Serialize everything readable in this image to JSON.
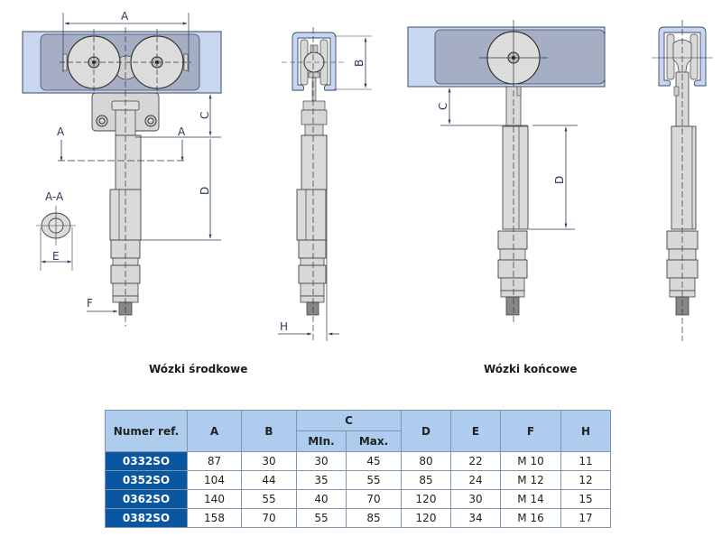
{
  "drawings": {
    "middle_trolley": {
      "dim_labels": {
        "a": "A",
        "c": "C",
        "d": "D",
        "section_a_left": "A",
        "section_a_right": "A",
        "section_title": "A-A",
        "e": "E",
        "f": "F"
      },
      "side_labels": {
        "b": "B",
        "h": "H"
      }
    },
    "end_trolley": {
      "dim_labels": {
        "c": "C",
        "d": "D"
      }
    }
  },
  "captions": {
    "middle": "Wózki środkowe",
    "end": "Wózki końcowe"
  },
  "table": {
    "headers": {
      "ref": "Numer ref.",
      "a": "A",
      "b": "B",
      "c": "C",
      "c_min": "MIn.",
      "c_max": "Max.",
      "d": "D",
      "e": "E",
      "f": "F",
      "h": "H"
    },
    "rows": [
      {
        "ref": "0332SO",
        "a": "87",
        "b": "30",
        "c_min": "30",
        "c_max": "45",
        "d": "80",
        "e": "22",
        "f": "M 10",
        "h": "11"
      },
      {
        "ref": "0352SO",
        "a": "104",
        "b": "44",
        "c_min": "35",
        "c_max": "55",
        "d": "85",
        "e": "24",
        "f": "M 12",
        "h": "12"
      },
      {
        "ref": "0362SO",
        "a": "140",
        "b": "55",
        "c_min": "40",
        "c_max": "70",
        "d": "120",
        "e": "30",
        "f": "M 14",
        "h": "15"
      },
      {
        "ref": "0382SO",
        "a": "158",
        "b": "70",
        "c_min": "55",
        "c_max": "85",
        "d": "120",
        "e": "34",
        "f": "M 16",
        "h": "17"
      }
    ]
  },
  "colors": {
    "header_bg": "#aecdee",
    "ref_bg": "#0b56a0",
    "rail_blue": "#c9d6f0",
    "part_grey": "#d9d9d9",
    "line": "#2a3a55"
  }
}
